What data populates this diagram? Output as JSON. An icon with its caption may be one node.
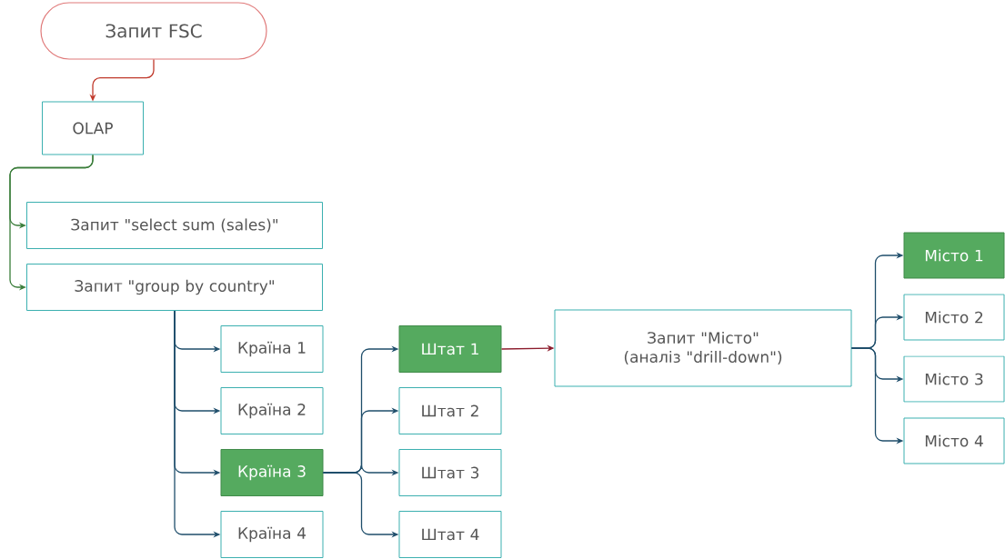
{
  "diagram": {
    "nodes": [
      {
        "text": [
          "Запит FSC"
        ]
      },
      {
        "text": [
          "OLAP"
        ]
      },
      {
        "text": [
          "Запит \"select sum (sales)\""
        ]
      },
      {
        "text": [
          "Запит \"group by country\""
        ]
      },
      {
        "text": [
          "Країна 1"
        ]
      },
      {
        "text": [
          "Країна 2"
        ]
      },
      {
        "text": [
          "Країна 3"
        ]
      },
      {
        "text": [
          "Країна 4"
        ]
      },
      {
        "text": [
          "Штат 1"
        ]
      },
      {
        "text": [
          "Штат 2"
        ]
      },
      {
        "text": [
          "Штат 3"
        ]
      },
      {
        "text": [
          "Штат 4"
        ]
      },
      {
        "text": [
          "Запит \"Місто\" (аналіз \"drill-down\")"
        ]
      },
      {
        "text": [
          "Місто 1"
        ]
      },
      {
        "text": [
          "Місто 2"
        ]
      },
      {
        "text": [
          "Місто 3"
        ]
      },
      {
        "text": [
          "Місто 4"
        ]
      }
    ],
    "edges": [
      {
        "from": 0,
        "to": 1,
        "arrow": "to",
        "color": "#c0392b"
      },
      {
        "from": 1,
        "to": 2,
        "arrow": "to",
        "color": "#3a7d3a"
      },
      {
        "from": 1,
        "to": 3,
        "arrow": "to",
        "color": "#3a7d3a"
      },
      {
        "from": 3,
        "to": 4,
        "arrow": "to"
      },
      {
        "from": 3,
        "to": 5,
        "arrow": "to"
      },
      {
        "from": 3,
        "to": 6,
        "arrow": "to"
      },
      {
        "from": 3,
        "to": 7,
        "arrow": "to"
      },
      {
        "from": 6,
        "to": 8,
        "arrow": "to"
      },
      {
        "from": 6,
        "to": 9,
        "arrow": "to"
      },
      {
        "from": 6,
        "to": 10,
        "arrow": "to"
      },
      {
        "from": 6,
        "to": 11,
        "arrow": "to"
      },
      {
        "from": 8,
        "to": 12,
        "arrow": "to",
        "color": "#8b1a2b"
      },
      {
        "from": 12,
        "to": 13,
        "arrow": "to"
      },
      {
        "from": 12,
        "to": 14,
        "arrow": "to"
      },
      {
        "from": 12,
        "to": 15,
        "arrow": "to"
      },
      {
        "from": 12,
        "to": 16,
        "arrow": "to"
      }
    ]
  }
}
